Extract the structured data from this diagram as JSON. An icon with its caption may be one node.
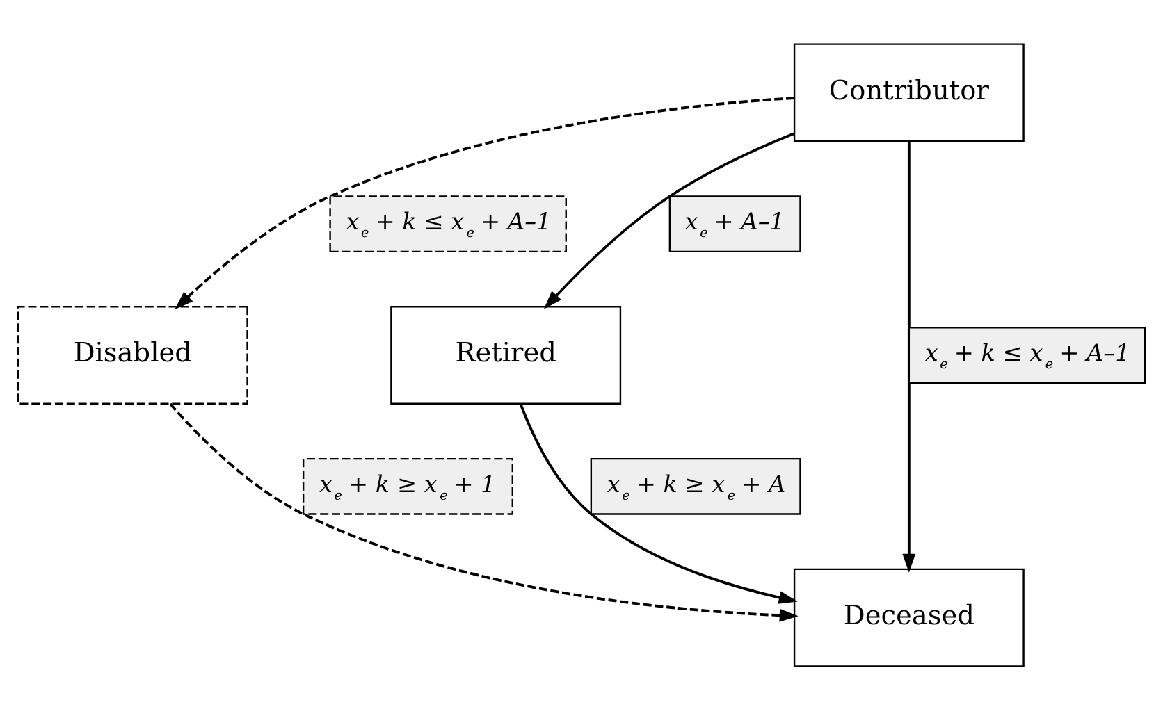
{
  "diagram": {
    "nodes": [
      {
        "text": [
          "Contributor"
        ]
      },
      {
        "text": [
          "Disabled"
        ]
      },
      {
        "text": [
          "Retired"
        ]
      },
      {
        "text": [
          "Deceased"
        ]
      }
    ],
    "edges": [
      {
        "from": 0,
        "to": 1,
        "arrow": "to",
        "style": "dashed",
        "label": "x$_{e}$ + k ≤ x$_{e}$ + A–1"
      },
      {
        "from": 0,
        "to": 3,
        "arrow": "to",
        "label": "x$_{e}$ + k ≤ x$_{e}$ + A–1"
      },
      {
        "from": 0,
        "to": 2,
        "arrow": "to",
        "label": "x$_{e}$ + A–1"
      },
      {
        "from": 1,
        "to": 3,
        "arrow": "to",
        "style": "dashed",
        "label": "x$_{e}$ + k ≥ x$_{e}$ + 1"
      },
      {
        "from": 2,
        "to": 3,
        "arrow": "to",
        "label": "x$_{e}$ + k ≥ x$_{e}$ + A"
      }
    ]
  }
}
